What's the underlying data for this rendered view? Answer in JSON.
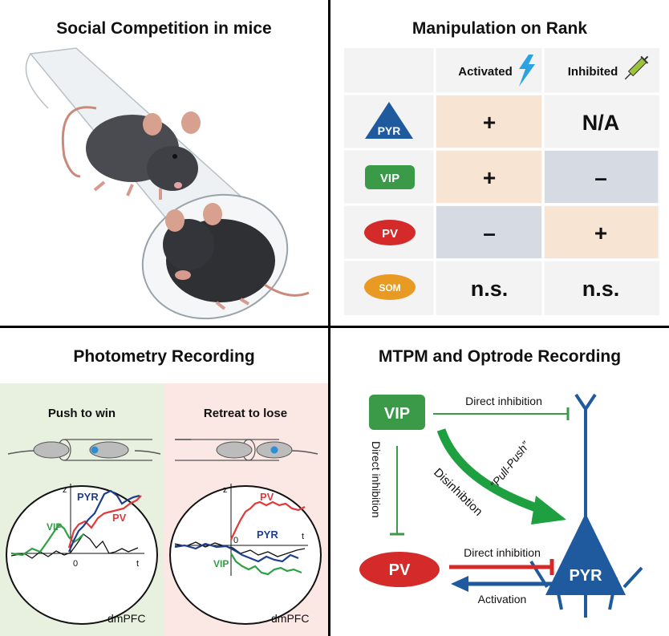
{
  "panels": {
    "top_left": {
      "title": "Social Competition in mice"
    },
    "top_right": {
      "title": "Manipulation on Rank",
      "columns": [
        "Activated",
        "Inhibited"
      ],
      "rows": [
        {
          "cell_type": "PYR",
          "activated": "+",
          "inhibited": "N/A"
        },
        {
          "cell_type": "VIP",
          "activated": "+",
          "inhibited": "–"
        },
        {
          "cell_type": "PV",
          "activated": "–",
          "inhibited": "+"
        },
        {
          "cell_type": "SOM",
          "activated": "n.s.",
          "inhibited": "n.s."
        }
      ]
    },
    "bottom_left": {
      "title": "Photometry Recording",
      "win": {
        "label": "Push to win",
        "axis_z": "z",
        "axis_t": "t",
        "zero": "0",
        "series": [
          "PYR",
          "PV",
          "VIP"
        ],
        "region": "dmPFC"
      },
      "lose": {
        "label": "Retreat to lose",
        "axis_z": "z",
        "axis_t": "t",
        "zero": "0",
        "series": [
          "PV",
          "PYR",
          "VIP"
        ],
        "region": "dmPFC"
      }
    },
    "bottom_right": {
      "title": "MTPM and Optrode Recording",
      "nodes": {
        "vip": "VIP",
        "pv": "PV",
        "pyr": "PYR"
      },
      "edges": {
        "vip_pyr": "Direct inhibition",
        "vip_pv": "Direct inhibition",
        "pull_push": "“Pull-Push”",
        "disinhibition": "Disinhibtion",
        "pv_pyr": "Direct inhibition",
        "pyr_pv": "Activation"
      }
    }
  },
  "colors": {
    "pyr_blue": "#1f5a9e",
    "vip_green": "#3a9a48",
    "pv_red": "#d42a2a",
    "som_orange": "#e89a22",
    "cell_peach": "#f8e4d2",
    "cell_gray": "#d6dbe3",
    "win_bg": "#e8f1e0",
    "lose_bg": "#fbe7e3"
  }
}
